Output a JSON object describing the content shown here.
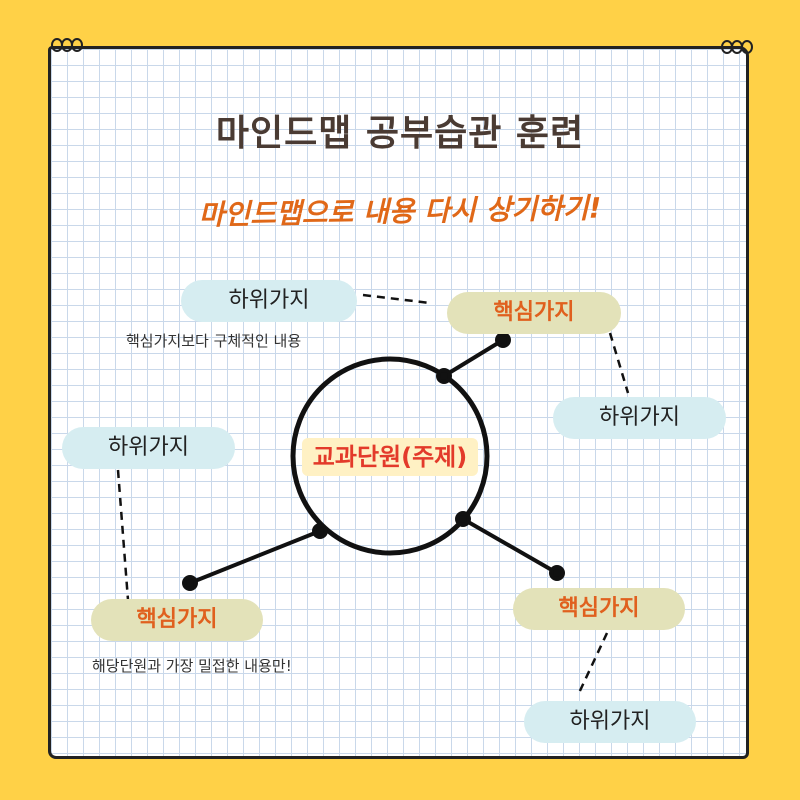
{
  "title": "마인드맵 공부습관 훈련",
  "subtitle": "마인드맵으로 내용 다시 상기하기!",
  "center": "교과단원(주제)",
  "core_label": "핵심가지",
  "sub_label": "하위가지",
  "notes": {
    "sub_note": "핵심가지보다 구체적인 내용",
    "core_note": "해당단원과 가장 밀접한 내용만!"
  },
  "colors": {
    "background": "#FFD147",
    "core_pill": "#E3E2B9",
    "sub_pill": "#D6EDF1",
    "core_text": "#E0601E",
    "center_text": "#E33A2A"
  }
}
